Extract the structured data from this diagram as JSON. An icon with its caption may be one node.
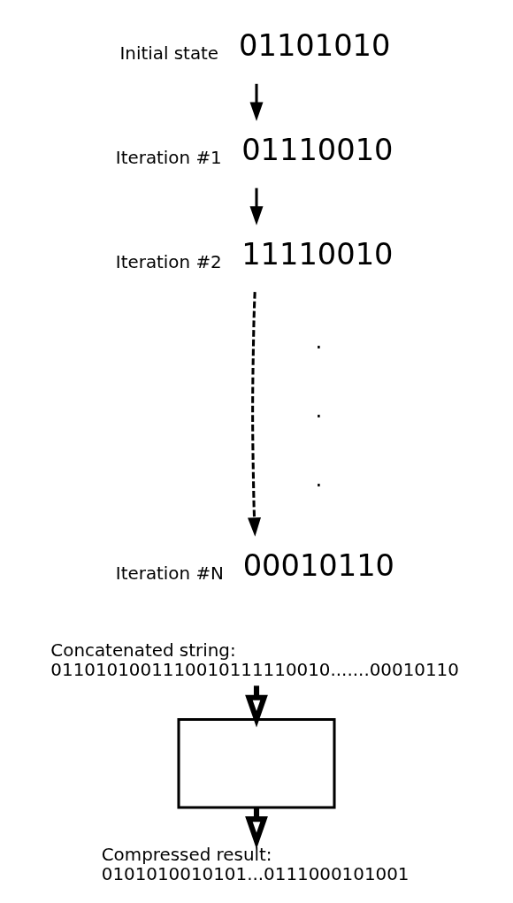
{
  "diagram": {
    "nodes": [
      {
        "text": [
          "01101010"
        ],
        "beside": [
          "Initial state"
        ]
      },
      {
        "text": [
          "01110010"
        ],
        "beside": [
          "Iteration #1"
        ]
      },
      {
        "text": [
          "11110010"
        ],
        "beside": [
          "Iteration #2"
        ]
      },
      {
        "text": [
          "00010110"
        ],
        "beside": [
          "Iteration #N"
        ]
      },
      {
        "text": [
          "Concatenated string:",
          "0110101001110010111110010.......00010110"
        ]
      },
      {
        "text": [],
        "shape": "box"
      },
      {
        "text": [
          "Compressed result:",
          "0101010010101...0111000101001"
        ]
      }
    ],
    "edges": [
      {
        "from": 0,
        "to": 1,
        "arrow": "to"
      },
      {
        "from": 1,
        "to": 2,
        "arrow": "to"
      },
      {
        "from": 2,
        "to": 3,
        "arrow": "to",
        "style": "dashed"
      },
      {
        "from": 4,
        "to": 5,
        "arrow": "to",
        "style": "thick"
      },
      {
        "from": 5,
        "to": 6,
        "arrow": "to",
        "style": "thick"
      }
    ],
    "labels": [
      ".",
      ".",
      "."
    ]
  }
}
